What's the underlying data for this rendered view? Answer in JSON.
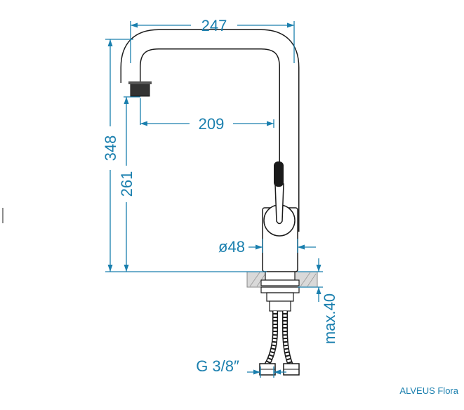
{
  "colors": {
    "dimension": "#1a7fae",
    "outline": "#1a1a1a",
    "fill": "#ffffff",
    "aerator": "#333333"
  },
  "dimensions": {
    "width_top": "247",
    "reach": "209",
    "height_total": "348",
    "height_spout": "261",
    "diameter": "ø48",
    "max_thickness": "max.40",
    "thread": "G 3/8″"
  },
  "brand": "ALVEUS Flora"
}
